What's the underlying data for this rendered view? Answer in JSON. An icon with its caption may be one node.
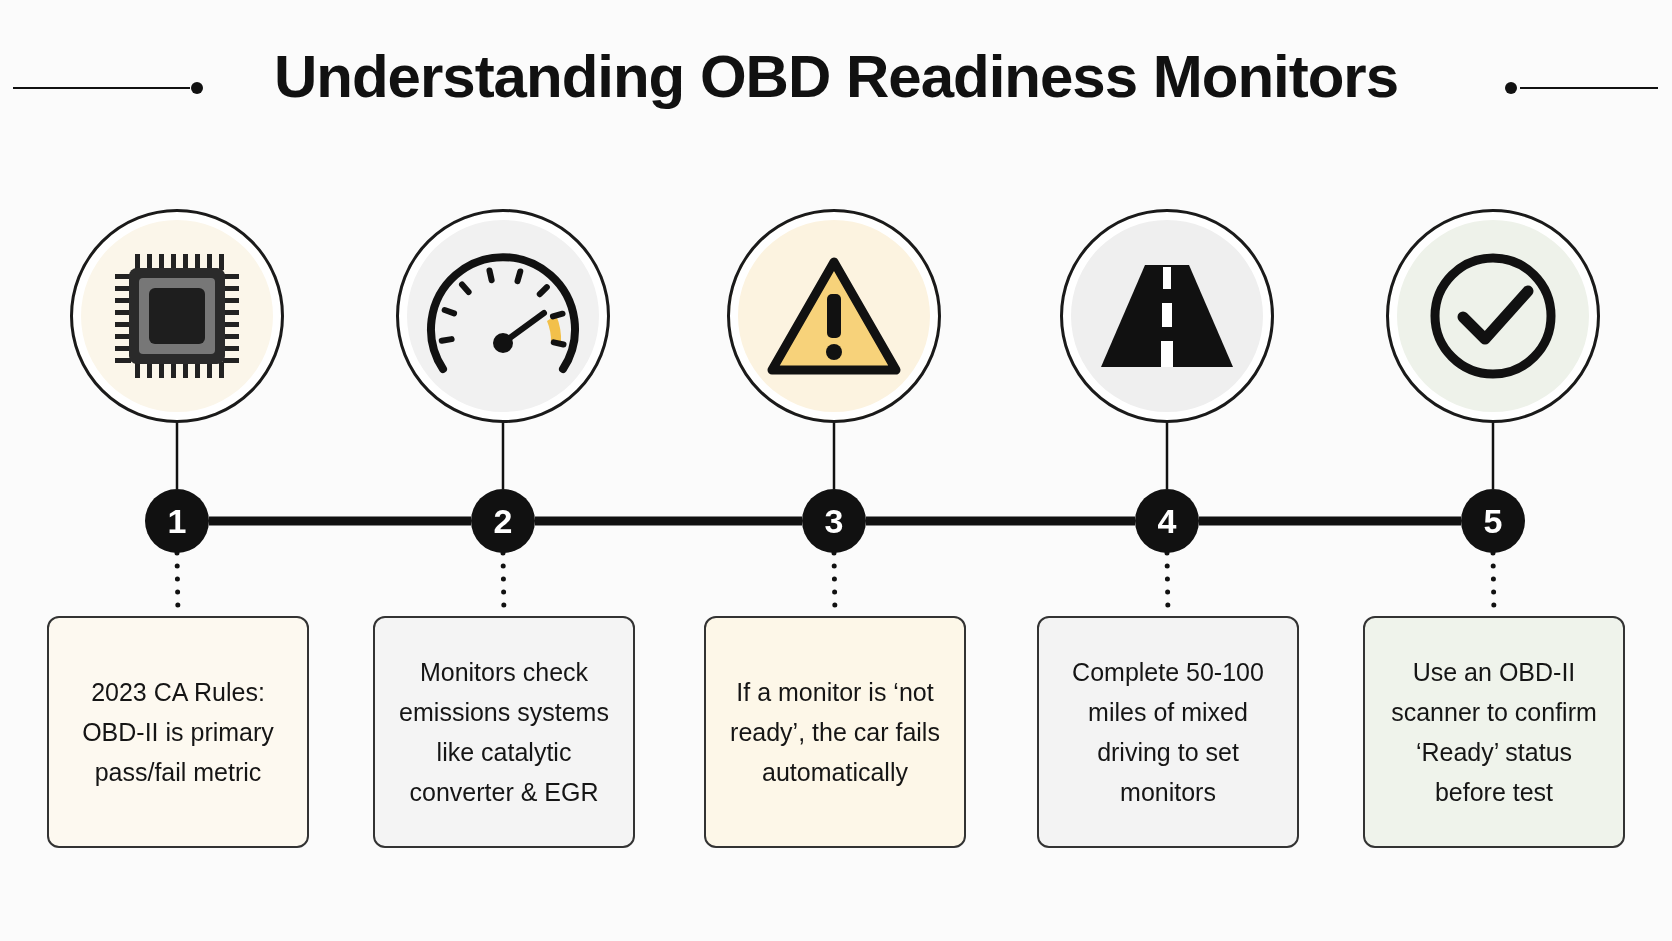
{
  "diagram": {
    "title": "Understanding OBD Readiness Monitors",
    "nodes": [
      {
        "text": [],
        "shape": "circle"
      },
      {
        "text": [],
        "shape": "circle"
      },
      {
        "text": [],
        "shape": "circle"
      },
      {
        "text": [],
        "shape": "circle"
      },
      {
        "text": [],
        "shape": "circle"
      },
      {
        "text": [
          "1"
        ]
      },
      {
        "text": [
          "2"
        ]
      },
      {
        "text": [
          "3"
        ]
      },
      {
        "text": [
          "4"
        ]
      },
      {
        "text": [
          "5"
        ]
      },
      {
        "text": [
          "2023 CA Rules: OBD-II is primary pass/fail metric"
        ]
      },
      {
        "text": [
          "Monitors check emissions systems like catalytic converter & EGR"
        ]
      },
      {
        "text": [
          "If a monitor is ‘not ready’, the car fails automatically"
        ]
      },
      {
        "text": [
          "Complete 50-100 miles of mixed driving to set monitors"
        ]
      },
      {
        "text": [
          "Use an OBD-II scanner to confirm ‘Ready’ status before test"
        ]
      }
    ],
    "edges": [
      {
        "from": 0,
        "to": 5,
        "arrow": "none"
      },
      {
        "from": 1,
        "to": 6,
        "arrow": "none"
      },
      {
        "from": 2,
        "to": 7,
        "arrow": "none"
      },
      {
        "from": 3,
        "to": 8,
        "arrow": "none"
      },
      {
        "from": 4,
        "to": 9,
        "arrow": "none"
      },
      {
        "from": 5,
        "to": 6,
        "arrow": "none",
        "style": "thick"
      },
      {
        "from": 6,
        "to": 7,
        "arrow": "none",
        "style": "thick"
      },
      {
        "from": 7,
        "to": 8,
        "arrow": "none",
        "style": "thick"
      },
      {
        "from": 8,
        "to": 9,
        "arrow": "none",
        "style": "thick"
      },
      {
        "from": 5,
        "to": 10,
        "arrow": "none",
        "style": "dashed"
      },
      {
        "from": 6,
        "to": 11,
        "arrow": "none",
        "style": "dashed"
      },
      {
        "from": 7,
        "to": 12,
        "arrow": "none",
        "style": "dashed"
      },
      {
        "from": 8,
        "to": 13,
        "arrow": "none",
        "style": "dashed"
      },
      {
        "from": 9,
        "to": 14,
        "arrow": "none",
        "style": "dashed"
      }
    ]
  }
}
